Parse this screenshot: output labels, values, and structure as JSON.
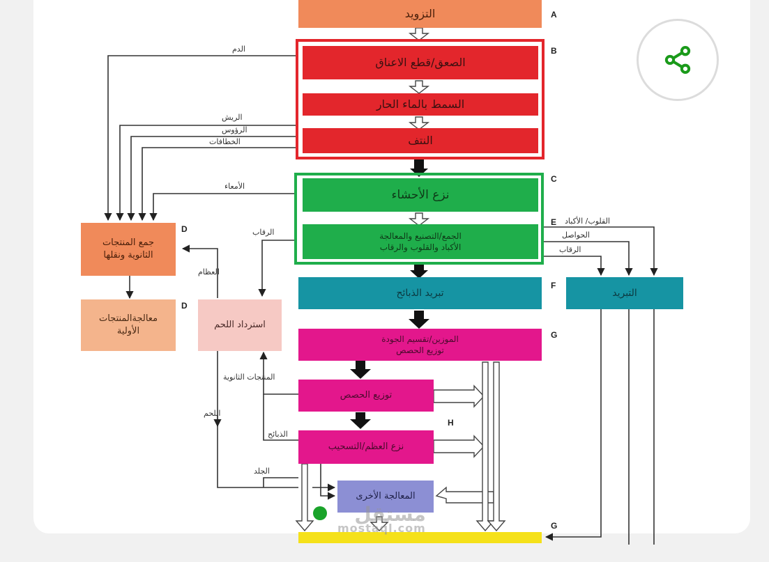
{
  "boxes": {
    "supply": "التزويد",
    "stun": "الصعق/قطع الاعناق",
    "scald": "السمط بالماء الحار",
    "pluck": "النتف",
    "eviscerate": "نزع الأحشاء",
    "harvest_line1": "الجمع/التصنيع والمعالجة",
    "harvest_line2": "الأكباد والقلوب والرقاب",
    "chill_carcass": "تبريد الذبائح",
    "chill": "التبريد",
    "grading_line1": "الموزين/تقسيم الجودة",
    "grading_line2": "توزيع الحصص",
    "portion": "توزيع الحصص",
    "deboning": "نزع العظم/التسحيب",
    "further": "المعالجة الأخرى",
    "collect_line1": "جمع المنتجات",
    "collect_line2": "الثانوية ونقلها",
    "process_line1": "معالجةالمنتجات",
    "process_line2": "الأولية",
    "recovery": "استرداد اللحم"
  },
  "labels": {
    "blood": "الدم",
    "feathers": "الريش",
    "heads": "الرؤوس",
    "claws": "الخطافات",
    "guts": "الأمعاء",
    "necks_left": "الرقاب",
    "hearts_livers": "القلوب/ الأكباد",
    "gizzards": "الحواصل",
    "necks_right": "الرقاب",
    "bones": "العظام",
    "byproducts": "المنتجات الثانوية",
    "carcasses": "الذبائح",
    "meat": "اللحم",
    "skin": "الجلد"
  },
  "letters": {
    "a": "A",
    "b": "B",
    "c": "C",
    "e": "E",
    "f": "F",
    "g1": "G",
    "h": "H",
    "g2": "G",
    "d1": "D",
    "d2": "D"
  },
  "watermark": {
    "arabic": "مستقل",
    "latin": "mostaql.com"
  },
  "share": {
    "icon": "share-icon"
  },
  "colors": {
    "red": "#e3262c",
    "green": "#1fae4b",
    "teal": "#1694a3",
    "magenta": "#e3178c",
    "orange": "#f08a5a",
    "peach": "#f4b48c",
    "pink": "#f6c9c4",
    "lavender": "#8c8fd4",
    "yellow": "#f5e11a"
  }
}
